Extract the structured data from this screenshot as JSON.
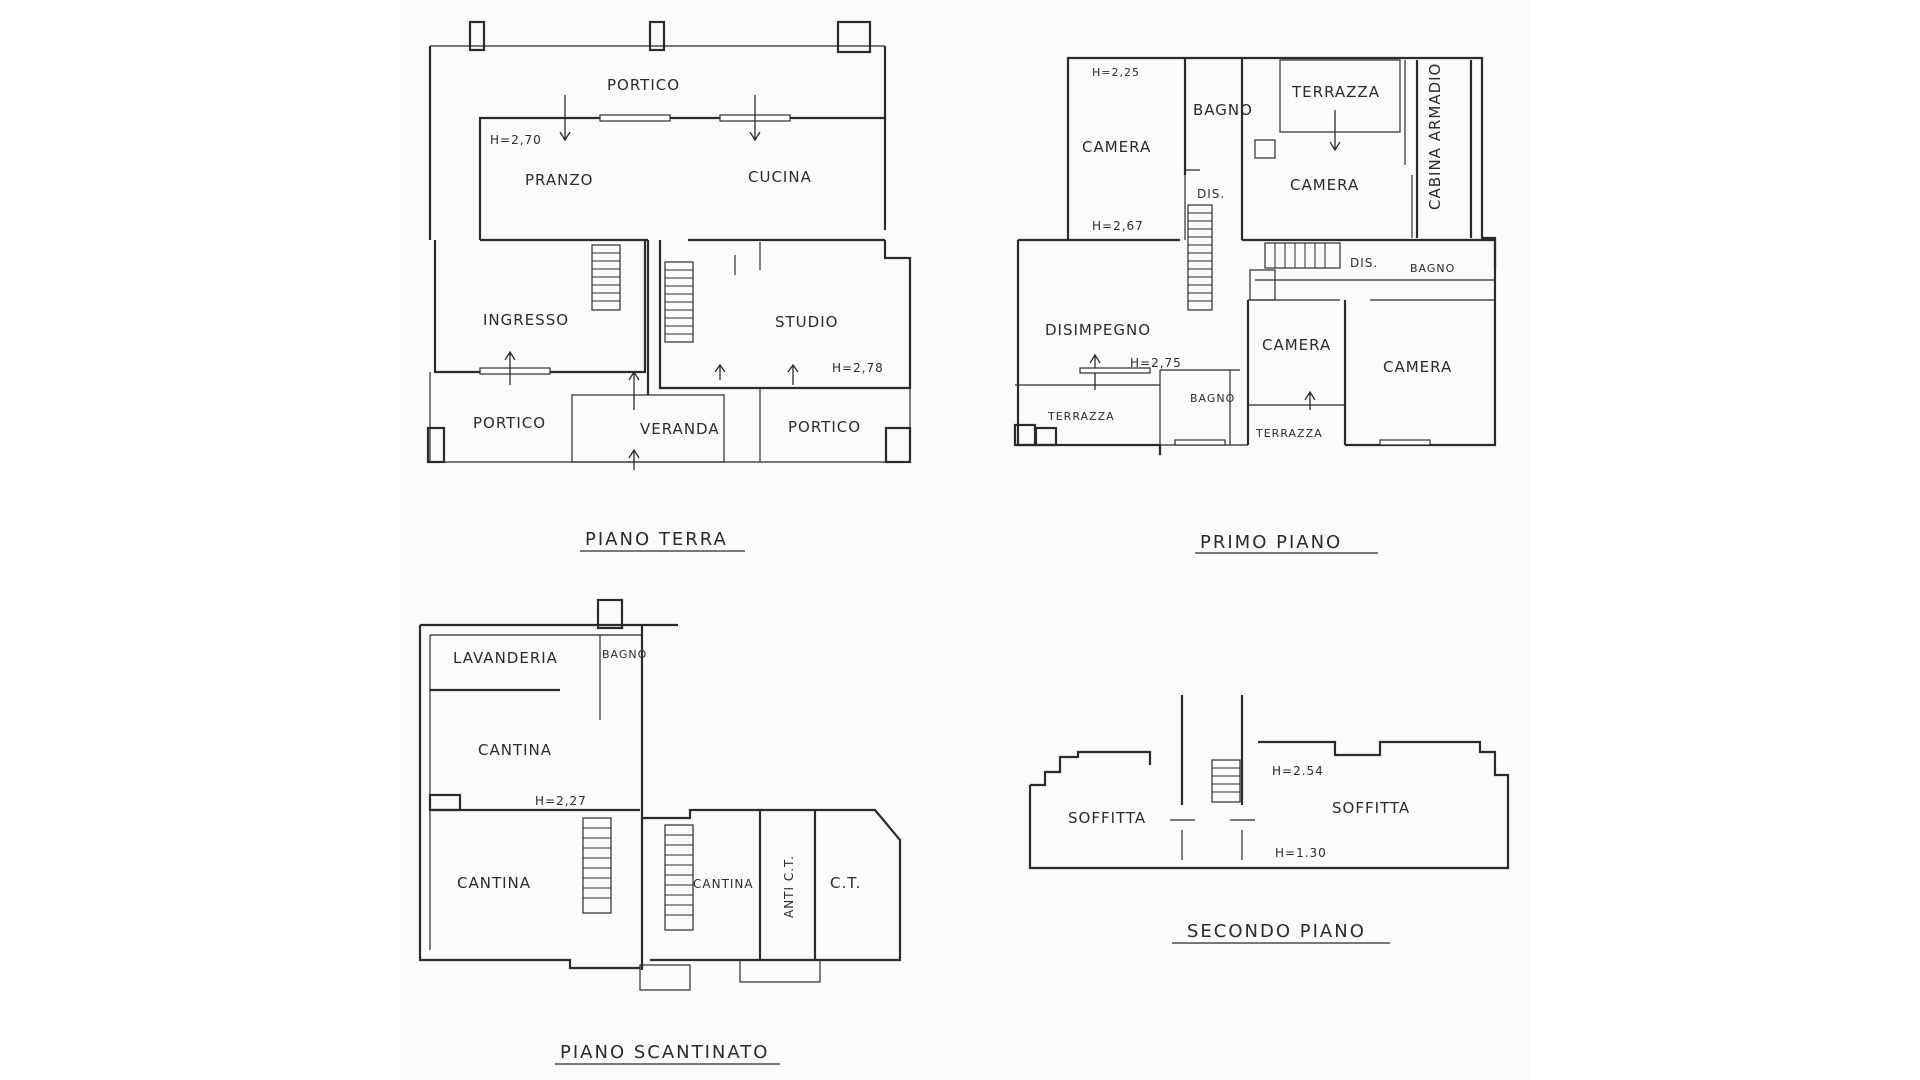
{
  "floors": {
    "ground": {
      "title": "PIANO TERRA",
      "rooms": {
        "portico_top": "PORTICO",
        "pranzo": "PRANZO",
        "cucina": "CUCINA",
        "ingresso": "INGRESSO",
        "studio": "STUDIO",
        "portico_left": "PORTICO",
        "veranda": "VERANDA",
        "portico_right": "PORTICO"
      },
      "heights": {
        "h1": "H=2,70",
        "h2": "H=2,78"
      }
    },
    "first": {
      "title": "PRIMO PIANO",
      "rooms": {
        "camera_1": "CAMERA",
        "bagno_1": "BAGNO",
        "terrazza_1": "TERRAZZA",
        "cabina": "CABINA ARMADIO",
        "camera_2": "CAMERA",
        "dis_1": "DIS.",
        "dis_2": "DIS.",
        "bagno_2": "BAGNO",
        "disimpegno": "DISIMPEGNO",
        "camera_3": "CAMERA",
        "camera_4": "CAMERA",
        "terrazza_2": "TERRAZZA",
        "bagno_3": "BAGNO",
        "terrazza_3": "TERRAZZA"
      },
      "heights": {
        "h1": "H=2,25",
        "h2": "H=2,67",
        "h3": "H=2,75"
      }
    },
    "basement": {
      "title": "PIANO SCANTINATO",
      "rooms": {
        "lavanderia": "LAVANDERIA",
        "bagno": "BAGNO",
        "cantina_1": "CANTINA",
        "cantina_2": "CANTINA",
        "cantina_3": "CANTINA",
        "anti_ct": "ANTI C.T.",
        "ct": "C.T."
      },
      "heights": {
        "h1": "H=2,27"
      }
    },
    "second": {
      "title": "SECONDO PIANO",
      "rooms": {
        "soffitta_1": "SOFFITTA",
        "soffitta_2": "SOFFITTA"
      },
      "heights": {
        "h1": "H=2.54",
        "h2": "H=1.30"
      }
    }
  }
}
